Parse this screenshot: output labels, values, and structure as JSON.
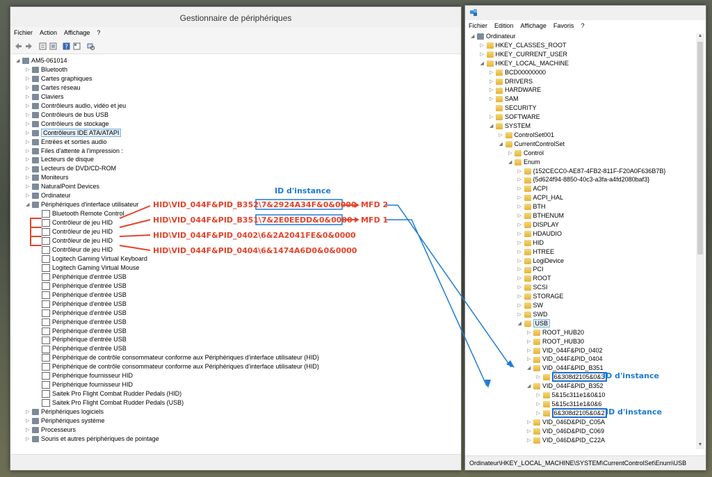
{
  "device_manager": {
    "title": "Gestionnaire de périphériques",
    "menu": [
      "Fichier",
      "Action",
      "Affichage",
      "?"
    ],
    "tree": [
      {
        "label": "AM5-061014",
        "level": 0,
        "icon": "computer-icon",
        "expander": "collapse"
      },
      {
        "label": "Bluetooth",
        "level": 1,
        "icon": "bluetooth-icon",
        "expander": "expand"
      },
      {
        "label": "Cartes graphiques",
        "level": 1,
        "icon": "display-adapter-icon",
        "expander": "expand"
      },
      {
        "label": "Cartes réseau",
        "level": 1,
        "icon": "network-icon",
        "expander": "expand"
      },
      {
        "label": "Claviers",
        "level": 1,
        "icon": "keyboard-icon",
        "expander": "expand"
      },
      {
        "label": "Contrôleurs audio, vidéo et jeu",
        "level": 1,
        "icon": "audio-icon",
        "expander": "expand"
      },
      {
        "label": "Contrôleurs de bus USB",
        "level": 1,
        "icon": "usb-icon",
        "expander": "expand"
      },
      {
        "label": "Contrôleurs de stockage",
        "level": 1,
        "icon": "storage-icon",
        "expander": "expand"
      },
      {
        "label": "Contrôleurs IDE ATA/ATAPI",
        "level": 1,
        "icon": "ide-icon",
        "expander": "expand",
        "selected": true
      },
      {
        "label": "Entrées et sorties audio",
        "level": 1,
        "icon": "speaker-icon",
        "expander": "expand"
      },
      {
        "label": "Files d'attente à l'impression :",
        "level": 1,
        "icon": "printer-icon",
        "expander": "expand"
      },
      {
        "label": "Lecteurs de disque",
        "level": 1,
        "icon": "disk-icon",
        "expander": "expand"
      },
      {
        "label": "Lecteurs de DVD/CD-ROM",
        "level": 1,
        "icon": "dvd-icon",
        "expander": "expand"
      },
      {
        "label": "Moniteurs",
        "level": 1,
        "icon": "monitor-icon",
        "expander": "expand"
      },
      {
        "label": "NaturalPoint Devices",
        "level": 1,
        "icon": "device-icon",
        "expander": "expand"
      },
      {
        "label": "Ordinateur",
        "level": 1,
        "icon": "computer-icon",
        "expander": "expand"
      },
      {
        "label": "Périphériques d'interface utilisateur",
        "level": 1,
        "icon": "hid-icon",
        "expander": "collapse"
      },
      {
        "label": "Bluetooth Remote Control",
        "level": 2,
        "icon": "hid-icon",
        "expander": "none"
      },
      {
        "label": "Contrôleur de jeu HID",
        "level": 2,
        "icon": "hid-icon",
        "expander": "none"
      },
      {
        "label": "Contrôleur de jeu HID",
        "level": 2,
        "icon": "hid-icon",
        "expander": "none"
      },
      {
        "label": "Contrôleur de jeu HID",
        "level": 2,
        "icon": "hid-icon",
        "expander": "none"
      },
      {
        "label": "Contrôleur de jeu HID",
        "level": 2,
        "icon": "hid-icon",
        "expander": "none"
      },
      {
        "label": "Logitech Gaming Virtual Keyboard",
        "level": 2,
        "icon": "hid-icon",
        "expander": "none"
      },
      {
        "label": "Logitech Gaming Virtual Mouse",
        "level": 2,
        "icon": "hid-icon",
        "expander": "none"
      },
      {
        "label": "Périphérique d'entrée USB",
        "level": 2,
        "icon": "hid-icon",
        "expander": "none"
      },
      {
        "label": "Périphérique d'entrée USB",
        "level": 2,
        "icon": "hid-icon",
        "expander": "none"
      },
      {
        "label": "Périphérique d'entrée USB",
        "level": 2,
        "icon": "hid-icon",
        "expander": "none"
      },
      {
        "label": "Périphérique d'entrée USB",
        "level": 2,
        "icon": "hid-icon",
        "expander": "none"
      },
      {
        "label": "Périphérique d'entrée USB",
        "level": 2,
        "icon": "hid-icon",
        "expander": "none"
      },
      {
        "label": "Périphérique d'entrée USB",
        "level": 2,
        "icon": "hid-icon",
        "expander": "none"
      },
      {
        "label": "Périphérique d'entrée USB",
        "level": 2,
        "icon": "hid-icon",
        "expander": "none"
      },
      {
        "label": "Périphérique d'entrée USB",
        "level": 2,
        "icon": "hid-icon",
        "expander": "none"
      },
      {
        "label": "Périphérique d'entrée USB",
        "level": 2,
        "icon": "hid-icon",
        "expander": "none"
      },
      {
        "label": "Périphérique de contrôle consommateur conforme aux Périphériques d'interface utilisateur (HID)",
        "level": 2,
        "icon": "hid-icon",
        "expander": "none"
      },
      {
        "label": "Périphérique de contrôle consommateur conforme aux Périphériques d'interface utilisateur (HID)",
        "level": 2,
        "icon": "hid-icon",
        "expander": "none"
      },
      {
        "label": "Périphérique fournisseur HID",
        "level": 2,
        "icon": "hid-icon",
        "expander": "none"
      },
      {
        "label": "Périphérique fournisseur HID",
        "level": 2,
        "icon": "hid-icon",
        "expander": "none"
      },
      {
        "label": "Saitek Pro Flight Combat Rudder Pedals (HID)",
        "level": 2,
        "icon": "hid-icon",
        "expander": "none"
      },
      {
        "label": "Saitek Pro Flight Combat Rudder Pedals (USB)",
        "level": 2,
        "icon": "hid-icon",
        "expander": "none"
      },
      {
        "label": "Périphériques logiciels",
        "level": 1,
        "icon": "device-icon",
        "expander": "expand"
      },
      {
        "label": "Périphériques système",
        "level": 1,
        "icon": "system-icon",
        "expander": "expand"
      },
      {
        "label": "Processeurs",
        "level": 1,
        "icon": "cpu-icon",
        "expander": "expand"
      },
      {
        "label": "Souris et autres périphériques de pointage",
        "level": 1,
        "icon": "mouse-icon",
        "expander": "expand"
      }
    ]
  },
  "registry": {
    "menu": [
      "Fichier",
      "Edition",
      "Affichage",
      "Favoris",
      "?"
    ],
    "tree": [
      {
        "label": "Ordinateur",
        "level": 0,
        "expander": "collapse",
        "icon": "computer-icon"
      },
      {
        "label": "HKEY_CLASSES_ROOT",
        "level": 1,
        "expander": "expand",
        "icon": "folder-icon"
      },
      {
        "label": "HKEY_CURRENT_USER",
        "level": 1,
        "expander": "expand",
        "icon": "folder-icon"
      },
      {
        "label": "HKEY_LOCAL_MACHINE",
        "level": 1,
        "expander": "collapse",
        "icon": "folder-icon"
      },
      {
        "label": "BCD00000000",
        "level": 2,
        "expander": "expand",
        "icon": "folder-icon"
      },
      {
        "label": "DRIVERS",
        "level": 2,
        "expander": "expand",
        "icon": "folder-icon"
      },
      {
        "label": "HARDWARE",
        "level": 2,
        "expander": "expand",
        "icon": "folder-icon"
      },
      {
        "label": "SAM",
        "level": 2,
        "expander": "expand",
        "icon": "folder-icon"
      },
      {
        "label": "SECURITY",
        "level": 2,
        "expander": "none",
        "icon": "folder-icon"
      },
      {
        "label": "SOFTWARE",
        "level": 2,
        "expander": "expand",
        "icon": "folder-icon"
      },
      {
        "label": "SYSTEM",
        "level": 2,
        "expander": "collapse",
        "icon": "folder-icon"
      },
      {
        "label": "ControlSet001",
        "level": 3,
        "expander": "expand",
        "icon": "folder-icon"
      },
      {
        "label": "CurrentControlSet",
        "level": 3,
        "expander": "collapse",
        "icon": "folder-icon"
      },
      {
        "label": "Control",
        "level": 4,
        "expander": "expand",
        "icon": "folder-icon"
      },
      {
        "label": "Enum",
        "level": 4,
        "expander": "collapse",
        "icon": "folder-icon"
      },
      {
        "label": "{152CECC0-AE87-4FB2-811F-F20A0F636B7B}",
        "level": 5,
        "expander": "expand",
        "icon": "folder-icon"
      },
      {
        "label": "{5d624f94-8850-40c3-a3fa-a4fd2080baf3}",
        "level": 5,
        "expander": "expand",
        "icon": "folder-icon"
      },
      {
        "label": "ACPI",
        "level": 5,
        "expander": "expand",
        "icon": "folder-icon"
      },
      {
        "label": "ACPI_HAL",
        "level": 5,
        "expander": "expand",
        "icon": "folder-icon"
      },
      {
        "label": "BTH",
        "level": 5,
        "expander": "expand",
        "icon": "folder-icon"
      },
      {
        "label": "BTHENUM",
        "level": 5,
        "expander": "expand",
        "icon": "folder-icon"
      },
      {
        "label": "DISPLAY",
        "level": 5,
        "expander": "expand",
        "icon": "folder-icon"
      },
      {
        "label": "HDAUDIO",
        "level": 5,
        "expander": "expand",
        "icon": "folder-icon"
      },
      {
        "label": "HID",
        "level": 5,
        "expander": "expand",
        "icon": "folder-icon"
      },
      {
        "label": "HTREE",
        "level": 5,
        "expander": "expand",
        "icon": "folder-icon"
      },
      {
        "label": "LogiDevice",
        "level": 5,
        "expander": "expand",
        "icon": "folder-icon"
      },
      {
        "label": "PCI",
        "level": 5,
        "expander": "expand",
        "icon": "folder-icon"
      },
      {
        "label": "ROOT",
        "level": 5,
        "expander": "expand",
        "icon": "folder-icon"
      },
      {
        "label": "SCSI",
        "level": 5,
        "expander": "expand",
        "icon": "folder-icon"
      },
      {
        "label": "STORAGE",
        "level": 5,
        "expander": "expand",
        "icon": "folder-icon"
      },
      {
        "label": "SW",
        "level": 5,
        "expander": "expand",
        "icon": "folder-icon"
      },
      {
        "label": "SWD",
        "level": 5,
        "expander": "expand",
        "icon": "folder-icon"
      },
      {
        "label": "USB",
        "level": 5,
        "expander": "collapse",
        "icon": "folder-icon",
        "selected": true
      },
      {
        "label": "ROOT_HUB20",
        "level": 6,
        "expander": "expand",
        "icon": "folder-icon"
      },
      {
        "label": "ROOT_HUB30",
        "level": 6,
        "expander": "expand",
        "icon": "folder-icon"
      },
      {
        "label": "VID_044F&PID_0402",
        "level": 6,
        "expander": "expand",
        "icon": "folder-icon"
      },
      {
        "label": "VID_044F&PID_0404",
        "level": 6,
        "expander": "expand",
        "icon": "folder-icon"
      },
      {
        "label": "VID_044F&PID_B351",
        "level": 6,
        "expander": "collapse",
        "icon": "folder-icon"
      },
      {
        "label": "6&308d2105&0&3",
        "level": 7,
        "expander": "expand",
        "icon": "folder-icon",
        "highlight": true
      },
      {
        "label": "VID_044F&PID_B352",
        "level": 6,
        "expander": "collapse",
        "icon": "folder-icon"
      },
      {
        "label": "5&15c311e1&0&10",
        "level": 7,
        "expander": "expand",
        "icon": "folder-icon"
      },
      {
        "label": "5&15c311e1&0&6",
        "level": 7,
        "expander": "expand",
        "icon": "folder-icon"
      },
      {
        "label": "6&308d2105&0&2",
        "level": 7,
        "expander": "expand",
        "icon": "folder-icon",
        "highlight": true
      },
      {
        "label": "VID_046D&PID_C05A",
        "level": 6,
        "expander": "expand",
        "icon": "folder-icon"
      },
      {
        "label": "VID_046D&PID_C069",
        "level": 6,
        "expander": "expand",
        "icon": "folder-icon"
      },
      {
        "label": "VID_046D&PID_C22A",
        "level": 6,
        "expander": "expand",
        "icon": "folder-icon"
      }
    ],
    "status": "Ordinateur\\HKEY_LOCAL_MACHINE\\SYSTEM\\CurrentControlSet\\Enum\\USB"
  },
  "annotations": {
    "id_instance_label": "ID d'instance",
    "instance_ids": [
      "HID\\VID_044F&PID_B352\\7&2924A34F&0&0000",
      "HID\\VID_044F&PID_B351\\7&2E0EEDD&0&0000",
      "HID\\VID_044F&PID_0402\\6&2A2041FE&0&0000",
      "HID\\VID_044F&PID_0404\\6&1474A6D0&0&0000"
    ],
    "mfd2_label": "MFD 2",
    "mfd1_label": "MFD 1",
    "reg_id_label_1": "ID d'instance",
    "reg_id_label_2": "ID d'instance",
    "colors": {
      "red": "#e5432a",
      "blue": "#1e7bd6"
    }
  }
}
